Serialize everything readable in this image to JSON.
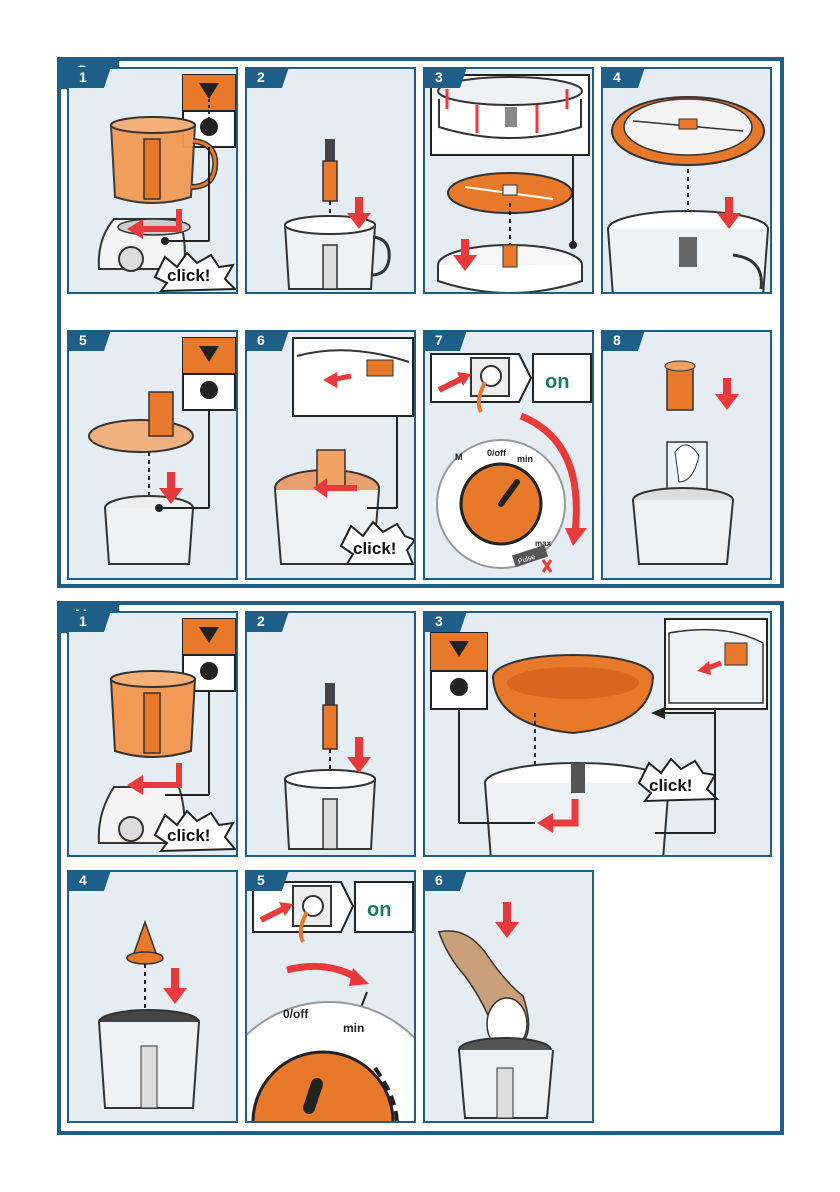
{
  "colors": {
    "frame": "#1e5f8a",
    "panel_bg": "#e5ecf2",
    "orange": "#e8782a",
    "arrow_red": "#e83a3a",
    "on_green": "#1a7a6a"
  },
  "section_g": {
    "tag": "G",
    "steps": [
      {
        "num": "1",
        "click": "click!"
      },
      {
        "num": "2"
      },
      {
        "num": "3"
      },
      {
        "num": "4"
      },
      {
        "num": "5"
      },
      {
        "num": "6",
        "click": "click!"
      },
      {
        "num": "7",
        "on": "on",
        "dial_off": "0/off",
        "dial_min": "min",
        "dial_max": "max",
        "dial_m": "M",
        "pulse": "Pulse"
      },
      {
        "num": "8"
      }
    ]
  },
  "section_h": {
    "tag": "H",
    "steps": [
      {
        "num": "1",
        "click": "click!"
      },
      {
        "num": "2"
      },
      {
        "num": "3",
        "click": "click!"
      },
      {
        "num": "4"
      },
      {
        "num": "5",
        "on": "on",
        "dial_off": "0/off",
        "dial_min": "min"
      },
      {
        "num": "6"
      }
    ]
  },
  "icons": [
    "lock-indicator-icon",
    "arrow-icon",
    "plug-icon",
    "hand-icon"
  ]
}
